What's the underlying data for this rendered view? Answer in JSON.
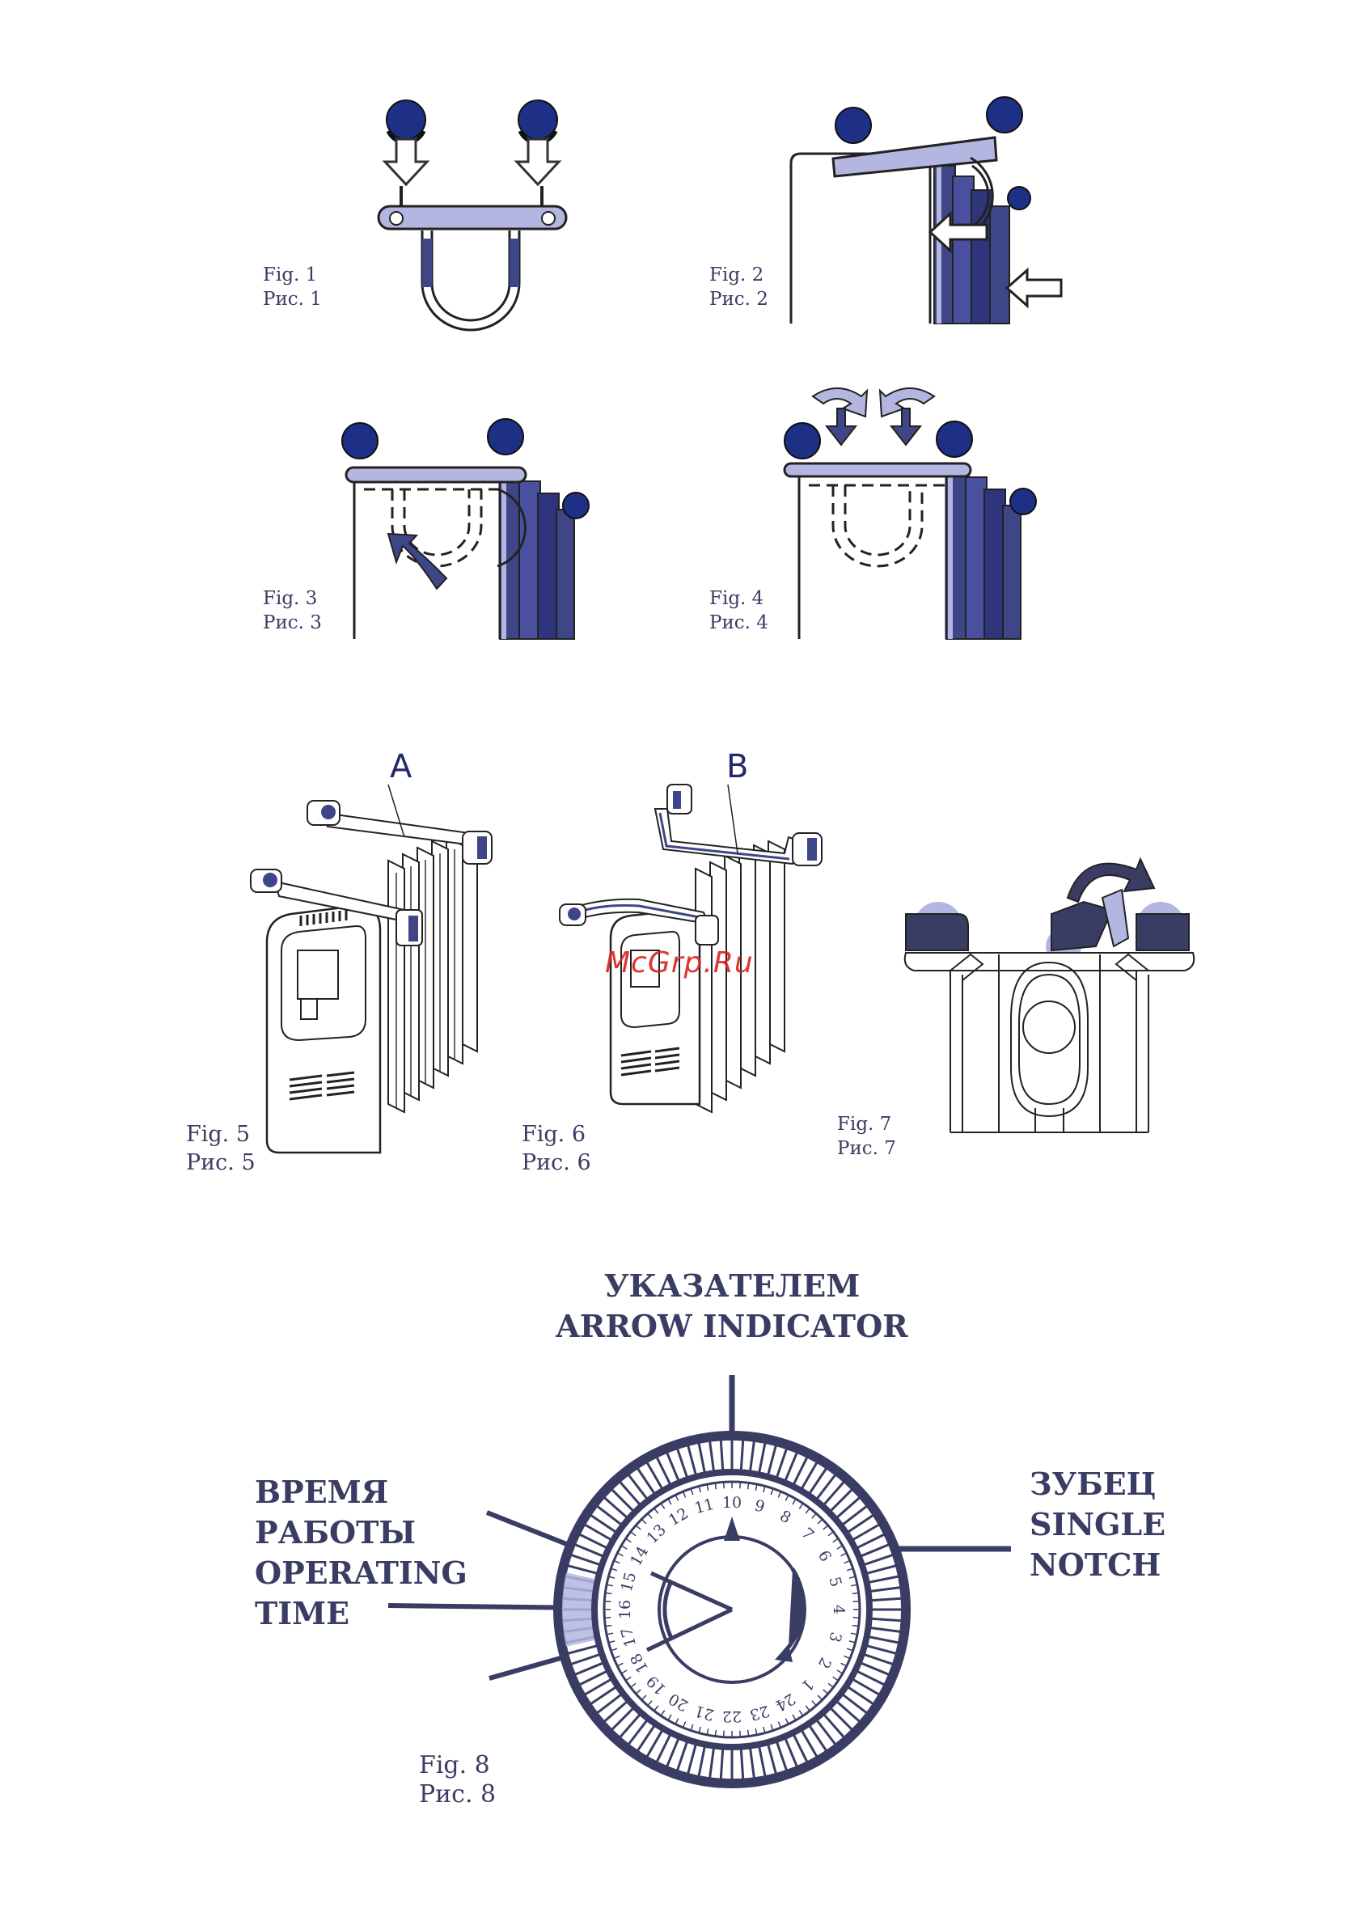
{
  "figures": {
    "fig1": {
      "en": "Fig. 1",
      "ru": "Рис. 1"
    },
    "fig2": {
      "en": "Fig. 2",
      "ru": "Рис. 2"
    },
    "fig3": {
      "en": "Fig. 3",
      "ru": "Рис. 3"
    },
    "fig4": {
      "en": "Fig. 4",
      "ru": "Рис. 4"
    },
    "fig5": {
      "en": "Fig. 5",
      "ru": "Рис. 5"
    },
    "fig6": {
      "en": "Fig. 6",
      "ru": "Рис. 6"
    },
    "fig7": {
      "en": "Fig. 7",
      "ru": "Рис. 7"
    },
    "fig8": {
      "en": "Fig. 8",
      "ru": "Рис. 8"
    }
  },
  "labels": {
    "part_a": "A",
    "part_b": "B"
  },
  "timer": {
    "arrow_ru": "УКАЗАТЕЛЕМ",
    "arrow_en": "ARROW INDICATOR",
    "time_ru_1": "ВРЕМЯ",
    "time_ru_2": "РАБОТЫ",
    "time_en_1": "OPERATING",
    "time_en_2": "TIME",
    "notch_ru": "ЗУБЕЦ",
    "notch_en_1": "SINGLE",
    "notch_en_2": "NOTCH",
    "dial_numbers": [
      "1",
      "2",
      "3",
      "4",
      "5",
      "6",
      "7",
      "8",
      "9",
      "10",
      "11",
      "12",
      "13",
      "14",
      "15",
      "16",
      "17",
      "18",
      "19",
      "20",
      "21",
      "22",
      "23",
      "24"
    ]
  },
  "watermark": "McGrp.Ru",
  "colors": {
    "ink": "#3a3d63",
    "knob": "#1e2f86",
    "fin": "#3f4688",
    "accent": "#b3b6e0"
  }
}
